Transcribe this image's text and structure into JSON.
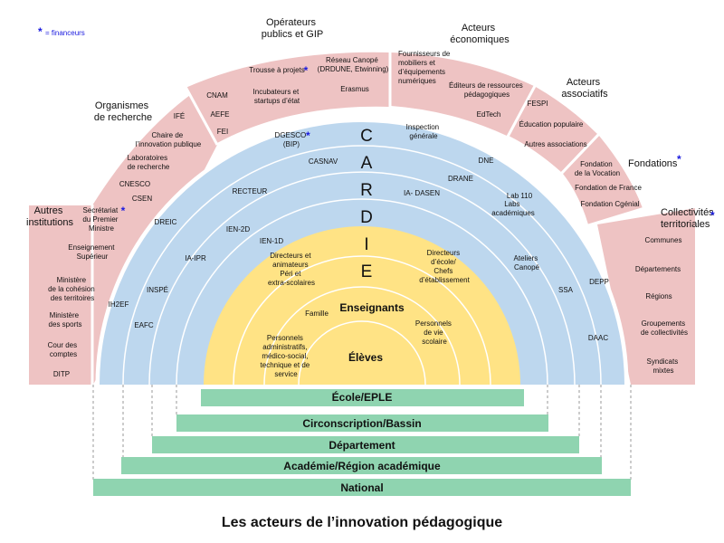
{
  "legend": {
    "star": "*",
    "text": "= financeurs"
  },
  "title": "Les acteurs de l’innovation pédagogique",
  "cardie_letters": [
    "C",
    "A",
    "R",
    "D",
    "I",
    "E"
  ],
  "colors": {
    "outer_fill": "#eec3c3",
    "blue_fill": "#bdd7ee",
    "yellow_fill": "#ffe385",
    "bar_fill": "#8fd4b0",
    "line": "#ffffff",
    "star": "#1a1adf"
  },
  "headers": {
    "autres_institutions": [
      "Autres",
      "institutions"
    ],
    "organismes_recherche": [
      "Organismes",
      "de recherche"
    ],
    "operateurs": [
      "Opérateurs",
      "publics et GIP"
    ],
    "acteurs_economiques": [
      "Acteurs",
      "économiques"
    ],
    "acteurs_associatifs": [
      "Acteurs",
      "associatifs"
    ],
    "fondations": [
      "Fondations"
    ],
    "collectivites": [
      "Collectivités",
      "territoriales"
    ]
  },
  "outer_ring": {
    "autres_institutions": [
      [
        "Secrétariat",
        "du Premier",
        "Ministre"
      ],
      [
        "Enseignement",
        "Supérieur"
      ],
      [
        "Ministère",
        "de la cohésion",
        "des territoires"
      ],
      [
        "Ministère",
        "des sports"
      ],
      [
        "Cour des",
        "comptes"
      ],
      [
        "DITP"
      ]
    ],
    "organismes_recherche": [
      [
        "IFÉ"
      ],
      [
        "Chaire de",
        "l’innovation publique"
      ],
      [
        "Laboratoires",
        "de recherche"
      ],
      [
        "CNESCO"
      ],
      [
        "CSEN"
      ]
    ],
    "operateurs": [
      [
        "Trousse à projets"
      ],
      [
        "Réseau Canopé",
        "(DRDUNE, Etwinning)"
      ],
      [
        "CNAM"
      ],
      [
        "Incubateurs et",
        "startups d’état"
      ],
      [
        "AEFE"
      ],
      [
        "Erasmus"
      ],
      [
        "FEI"
      ]
    ],
    "acteurs_economiques": [
      [
        "Fournisseurs de",
        "mobiliers et",
        "d’équipements",
        "numériques"
      ],
      [
        "Éditeurs de ressources",
        "pédagogiques"
      ],
      [
        "EdTech"
      ]
    ],
    "acteurs_associatifs": [
      [
        "FESPI"
      ],
      [
        "Éducation populaire"
      ],
      [
        "Autres associations"
      ]
    ],
    "fondations": [
      [
        "Fondation",
        "de la Vocation"
      ],
      [
        "Fondation de France"
      ],
      [
        "Fondation Cgénial"
      ]
    ],
    "collectivites": [
      [
        "Communes"
      ],
      [
        "Départements"
      ],
      [
        "Régions"
      ],
      [
        "Groupements",
        "de collectivités"
      ],
      [
        "Syndicats",
        "mixtes"
      ]
    ]
  },
  "blue_ring": {
    "dgesco": [
      "DGESCO",
      "(BIP)"
    ],
    "inspection": [
      "Inspection",
      "générale"
    ],
    "casnav": "CASNAV",
    "dne": "DNE",
    "recteur": "RECTEUR",
    "drane": "DRANE",
    "ia_dasen": "IA- DASEN",
    "lab110": "Lab 110",
    "labs": [
      "Labs",
      "académiques"
    ],
    "dreic": "DREIC",
    "ien2d": "IEN-2D",
    "ien1d": "IEN-1D",
    "iaipr": "IA-IPR",
    "ateliers": [
      "Ateliers",
      "Canopé"
    ],
    "depp": "DEPP",
    "ih2ef": "IH2EF",
    "inspe": "INSPÉ",
    "ssa": "SSA",
    "eafc": "EAFC",
    "daac": "DAAC"
  },
  "yellow_zone": {
    "directeurs_animateurs": [
      "Directeurs et",
      "animateurs",
      "Péri et",
      "extra-scolaires"
    ],
    "directeurs_ecole": [
      "Directeurs",
      "d’école/",
      "Chefs",
      "d’établissement"
    ],
    "famille": "Famille",
    "enseignants": "Enseignants",
    "personnels_admin": [
      "Personnels",
      "administratifs,",
      "médico-social,",
      "technique et de",
      "service"
    ],
    "personnels_vie": [
      "Personnels",
      "de vie",
      "scolaire"
    ],
    "eleves": "Élèves"
  },
  "levels": [
    "École/EPLE",
    "Circonscription/Bassin",
    "Département",
    "Académie/Région académique",
    "National"
  ]
}
